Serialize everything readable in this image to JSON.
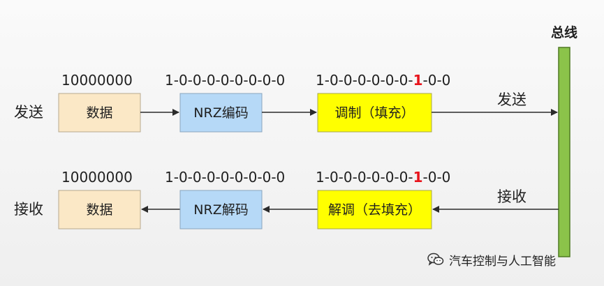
{
  "bus": {
    "label": "总线",
    "color": "#8bc34a"
  },
  "send_row": {
    "side_label": "发送",
    "arrow_label": "发送",
    "boxes": [
      {
        "label": "数据",
        "bits": "10000000"
      },
      {
        "label": "NRZ编码",
        "bits": "1-0-0-0-0-0-0-0-0"
      },
      {
        "label": "调制（填充）",
        "bits_prefix": "1-0-0-0-0-0-0-",
        "bits_highlight": "1",
        "bits_suffix": "-0-0"
      }
    ]
  },
  "receive_row": {
    "side_label": "接收",
    "arrow_label": "接收",
    "boxes": [
      {
        "label": "数据",
        "bits": "10000000"
      },
      {
        "label": "NRZ解码",
        "bits": "1-0-0-0-0-0-0-0-0"
      },
      {
        "label": "解调（去填充）",
        "bits_prefix": "1-0-0-0-0-0-0-",
        "bits_highlight": "1",
        "bits_suffix": "-0-0"
      }
    ]
  },
  "colors": {
    "data_box": "#fbe8c6",
    "nrz_box": "#b6d9f7",
    "mod_box": "#ffff00",
    "highlight_bit": "#e8141c"
  },
  "watermark": {
    "text": "汽车控制与人工智能",
    "icon": "wechat-icon"
  }
}
